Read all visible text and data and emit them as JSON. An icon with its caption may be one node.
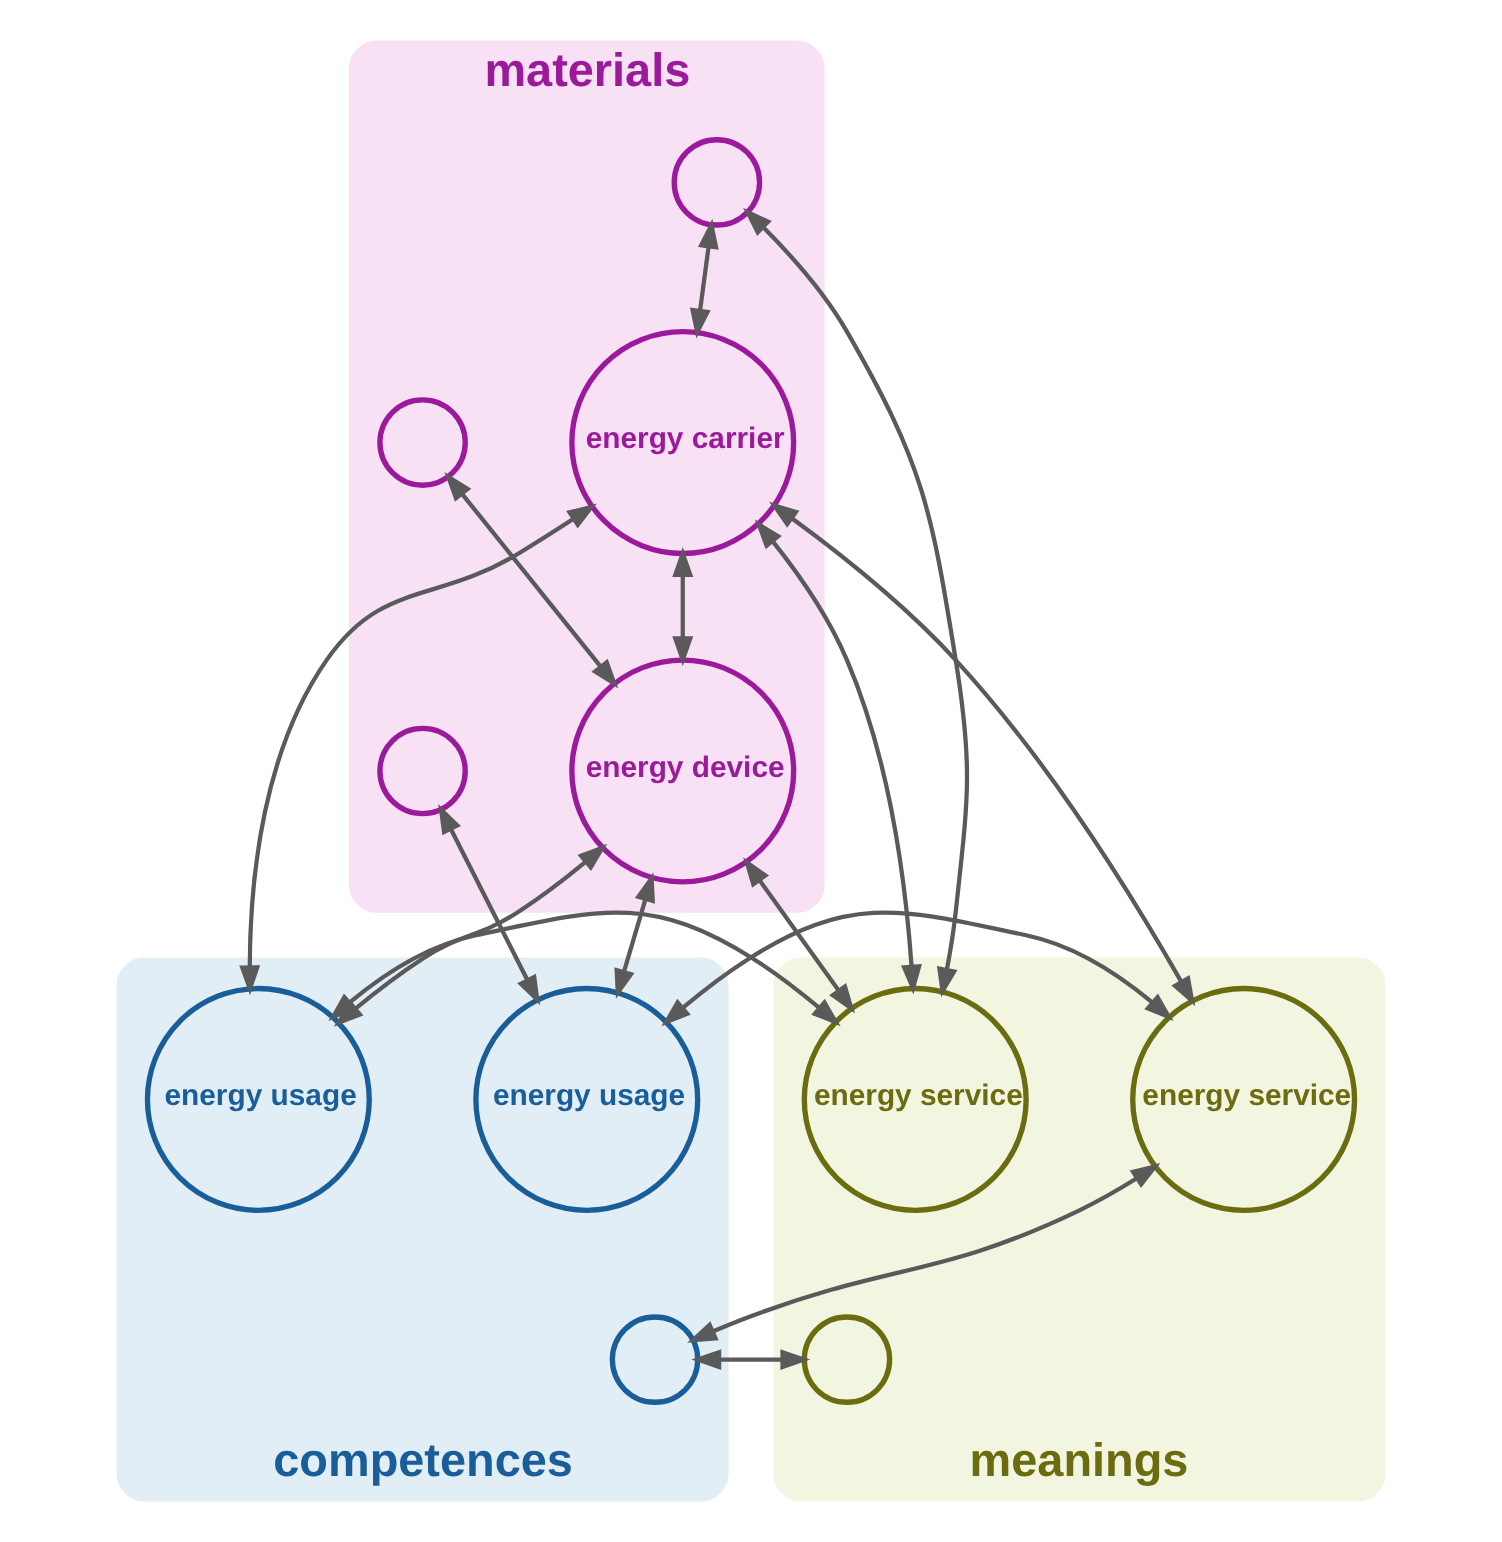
{
  "diagram": {
    "nodes": [
      {
        "text": [
          "materials"
        ]
      },
      {
        "text": [
          "meanings"
        ]
      },
      {
        "text": [
          "competences"
        ]
      },
      {
        "text": [],
        "shape": "circle",
        "in": 0
      },
      {
        "text": [],
        "shape": "circle",
        "in": 0
      },
      {
        "text": [],
        "shape": "circle",
        "in": 0
      },
      {
        "text": [
          "energy carrier"
        ],
        "in": 0
      },
      {
        "text": [
          "energy device"
        ],
        "in": 0
      },
      {
        "text": [
          "energy service"
        ],
        "in": 1
      },
      {
        "text": [
          "energy service"
        ],
        "in": 1
      },
      {
        "text": [],
        "shape": "circle",
        "in": 1
      },
      {
        "text": [
          "energy usage"
        ],
        "in": 2
      },
      {
        "text": [
          "energy usage"
        ],
        "in": 2
      },
      {
        "text": [],
        "shape": "circle",
        "in": 2
      }
    ],
    "edges": [
      {
        "from": 3,
        "to": 6,
        "arrow": "both"
      },
      {
        "from": 3,
        "to": 8,
        "arrow": "both"
      },
      {
        "from": 4,
        "to": 7,
        "arrow": "both"
      },
      {
        "from": 5,
        "to": 12,
        "arrow": "both"
      },
      {
        "from": 6,
        "to": 7,
        "arrow": "both"
      },
      {
        "from": 6,
        "to": 8,
        "arrow": "both"
      },
      {
        "from": 6,
        "to": 9,
        "arrow": "both"
      },
      {
        "from": 6,
        "to": 11,
        "arrow": "both"
      },
      {
        "from": 7,
        "to": 8,
        "arrow": "both"
      },
      {
        "from": 7,
        "to": 11,
        "arrow": "both"
      },
      {
        "from": 7,
        "to": 12,
        "arrow": "both"
      },
      {
        "from": 8,
        "to": 11,
        "arrow": "both"
      },
      {
        "from": 9,
        "to": 12,
        "arrow": "both"
      },
      {
        "from": 9,
        "to": 13,
        "arrow": "both"
      },
      {
        "from": 10,
        "to": 13,
        "arrow": "both"
      }
    ]
  }
}
